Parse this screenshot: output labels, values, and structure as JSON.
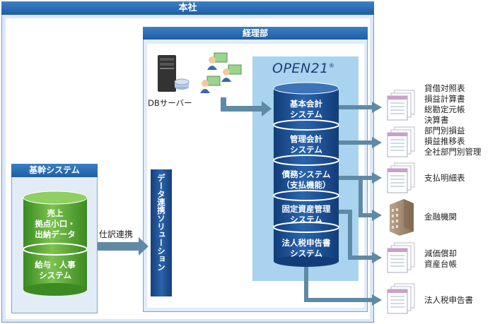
{
  "honsha": {
    "title": "本社"
  },
  "keiribu": {
    "title": "経理部"
  },
  "kikan": {
    "title": "基幹システム",
    "cyl_top": [
      "売上",
      "拠点小口・",
      "出納データ"
    ],
    "cyl_bottom": [
      "給与・人事",
      "システム"
    ]
  },
  "flow_label": "仕訳連携",
  "solution_label": "データ連携ソリューション",
  "db_server_label": "DBサーバー",
  "open21": {
    "brand": "OPEN21",
    "reg_mark": "®",
    "modules": [
      {
        "line1": "基本会計",
        "line2": "システム"
      },
      {
        "line1": "管理会計",
        "line2": "システム"
      },
      {
        "line1": "債務システム",
        "line2": "（支払機能）"
      },
      {
        "line1": "固定資産管理",
        "line2": "システム"
      },
      {
        "line1": "法人税申告書",
        "line2": "システム"
      }
    ]
  },
  "outputs": [
    {
      "label": "貸借対照表\n損益計算書\n総勘定元帳\n決算書"
    },
    {
      "label": "部門別損益\n損益推移表\n全社部門別管理"
    },
    {
      "label": "支払明細表"
    },
    {
      "label": "金融機関"
    },
    {
      "label": "減価償却\n資産台帳"
    },
    {
      "label": "法人税申告書"
    }
  ],
  "colors": {
    "navy": "#1e4f93",
    "header_blue": "#2f6fb4",
    "outer_bg": "#dde8f5",
    "cyan_box": "#a9d3ee",
    "arrow_gray": "#5f8aa6",
    "green": "#5aa43a"
  }
}
